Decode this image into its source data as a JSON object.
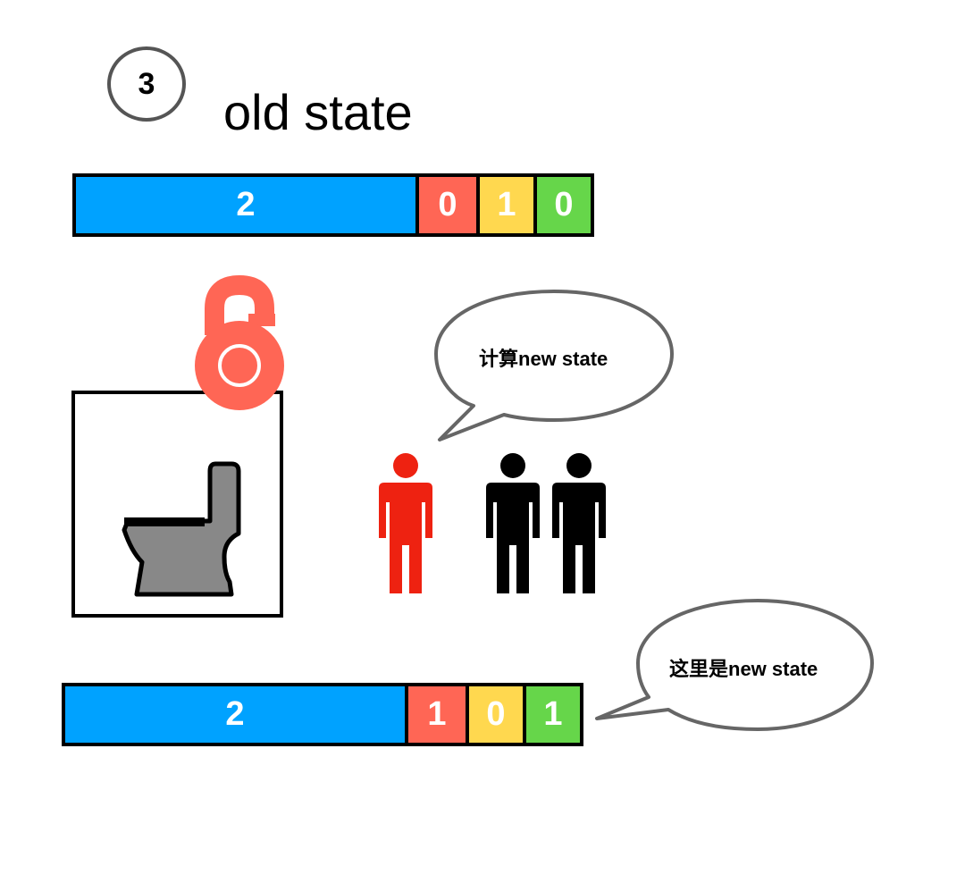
{
  "step": {
    "number": "3"
  },
  "title": "old state",
  "colors": {
    "blue": "#00a2ff",
    "red": "#ff6655",
    "yellow": "#ffd84f",
    "green": "#66d64a",
    "person_active": "#ee2211",
    "person_waiting": "#000000",
    "toilet": "#888888",
    "lock": "#ff6655"
  },
  "old_state": {
    "values": [
      "2",
      "0",
      "1",
      "0"
    ]
  },
  "new_state": {
    "values": [
      "2",
      "1",
      "0",
      "1"
    ]
  },
  "bubbles": {
    "compute": "计算new state",
    "here": "这里是new state"
  },
  "icons": {
    "lock": "unlocked-padlock-icon",
    "toilet": "toilet-icon",
    "person_active": "person-icon",
    "person_waiting": "person-icon"
  }
}
